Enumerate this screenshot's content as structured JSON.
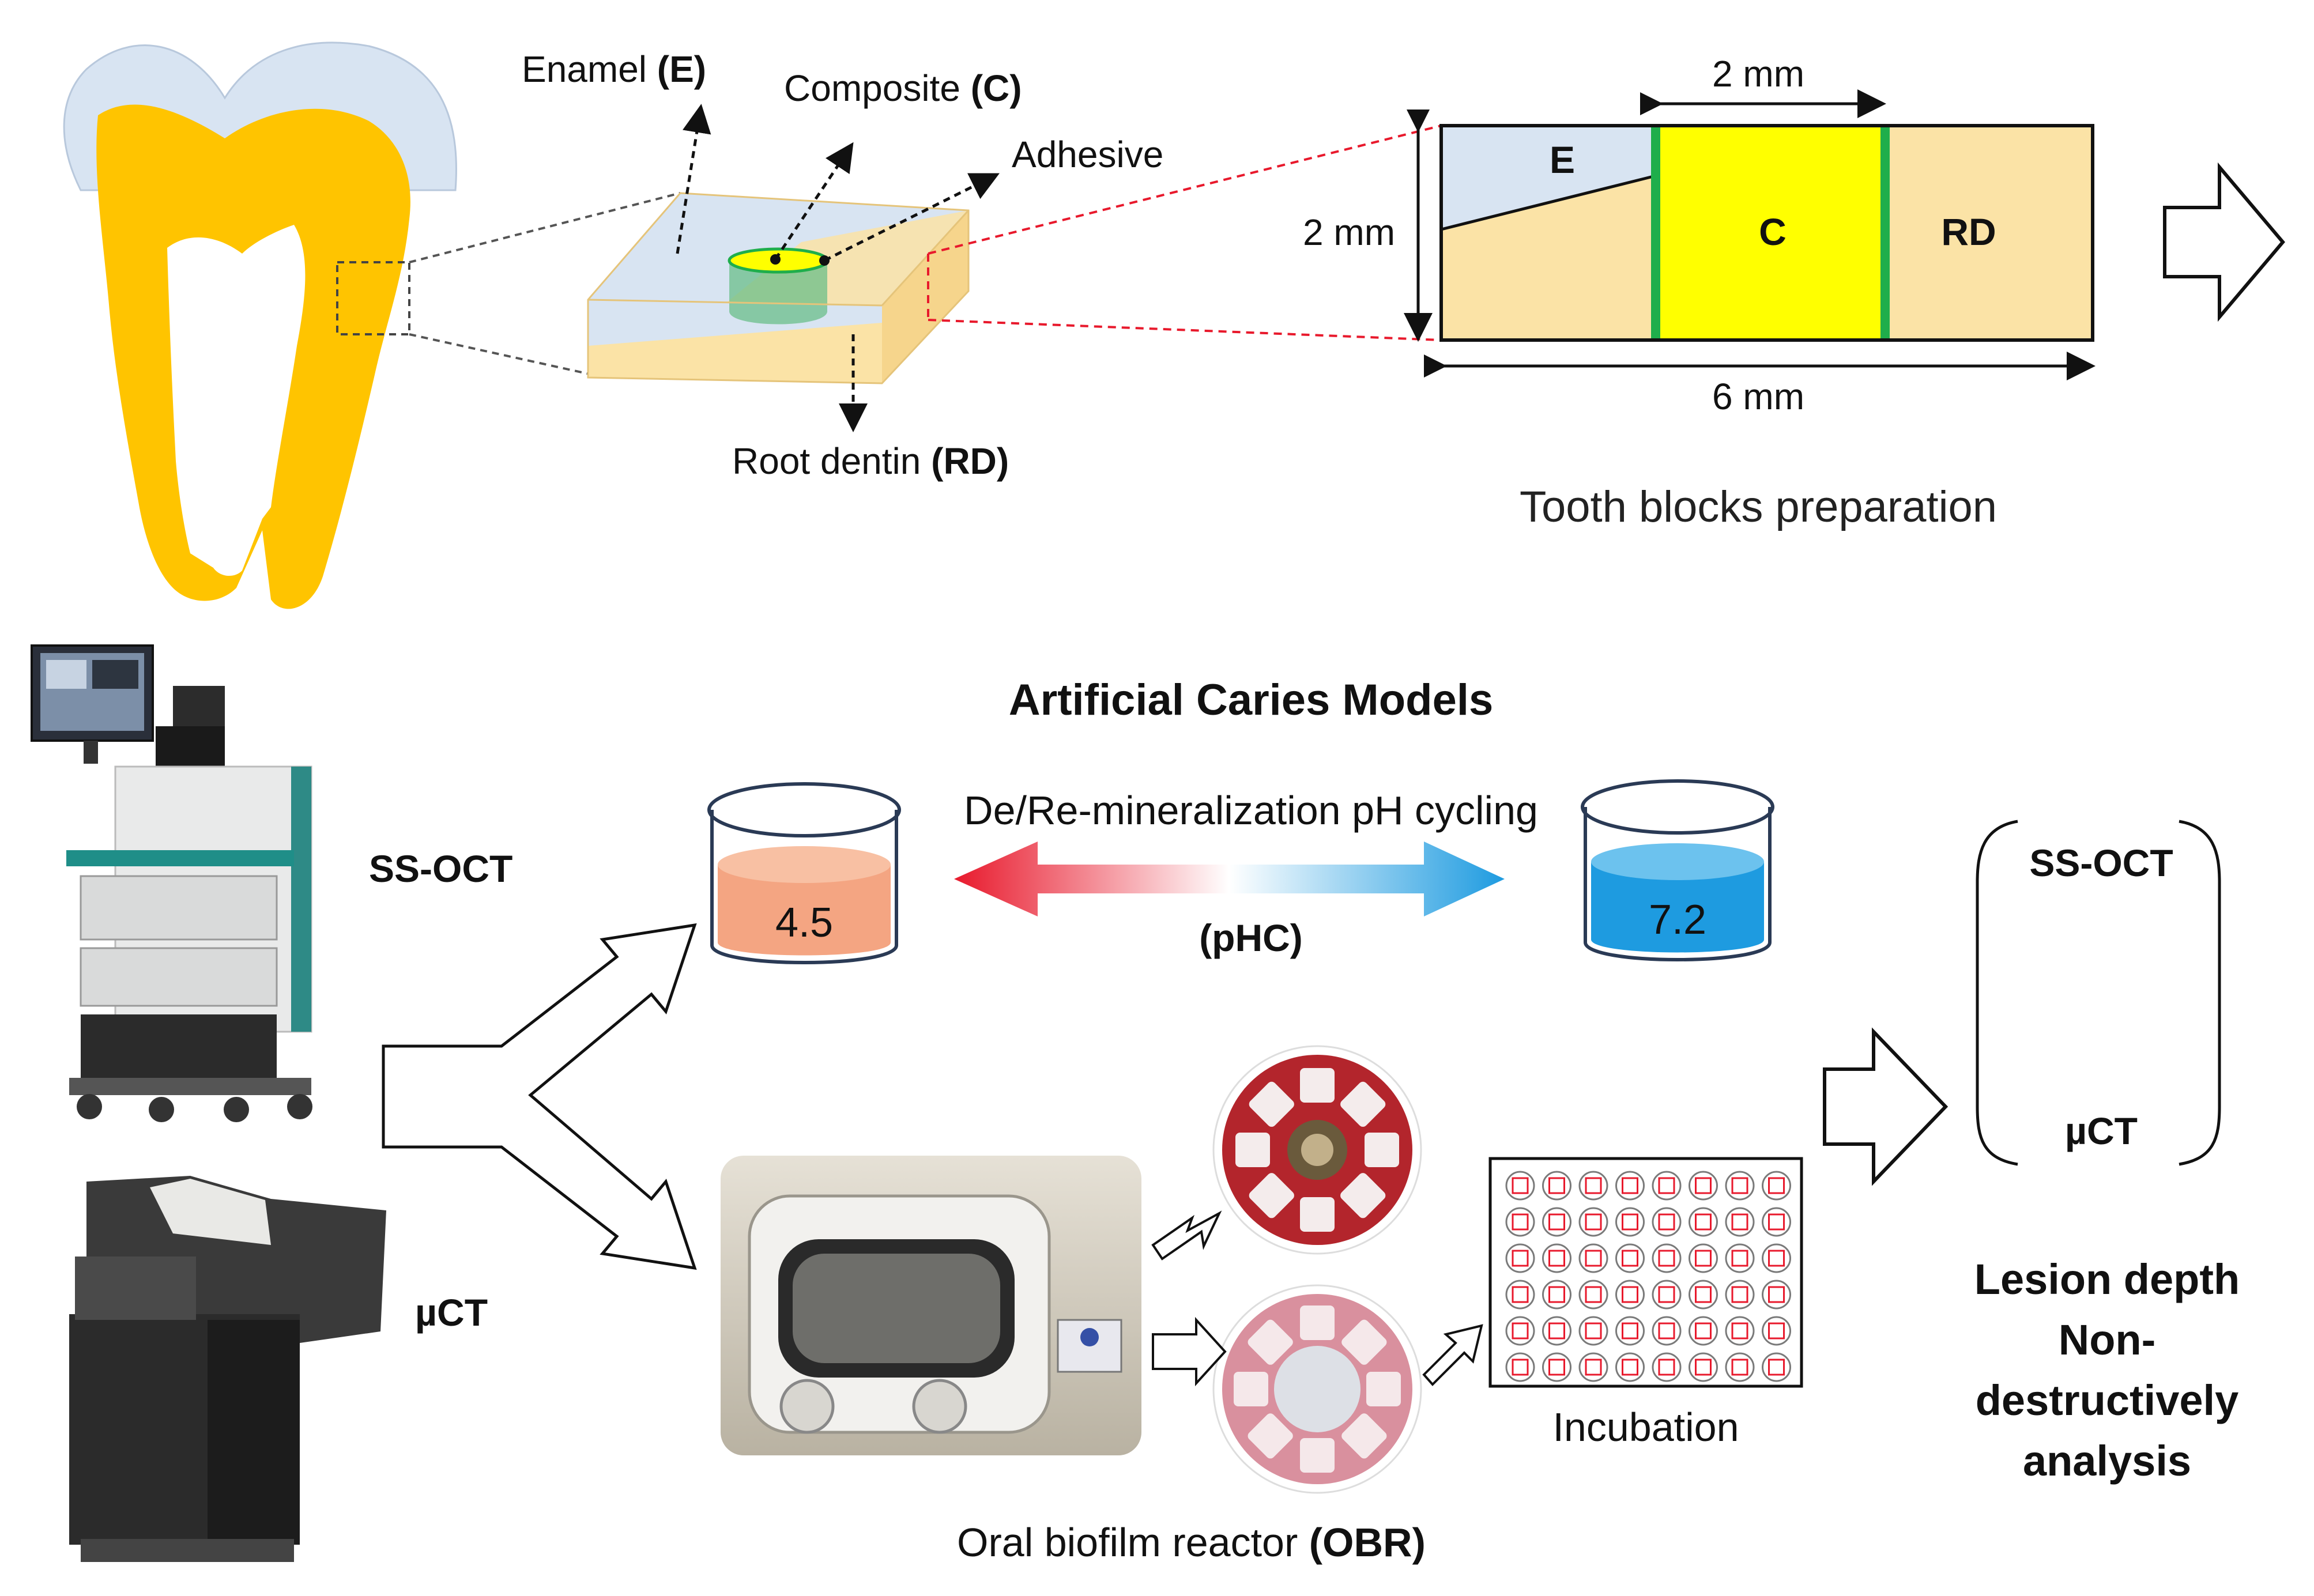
{
  "tooth_block": {
    "enamel_label": "Enamel",
    "enamel_abbr": "(E)",
    "composite_label": "Composite",
    "composite_abbr": "(C)",
    "adhesive_label": "Adhesive",
    "root_dentin_label": "Root dentin",
    "root_dentin_abbr": "(RD)"
  },
  "cross_section": {
    "dim_top": "2 mm",
    "dim_left": "2 mm",
    "dim_bottom": "6 mm",
    "region_e": "E",
    "region_c": "C",
    "region_rd": "RD",
    "caption": "Tooth blocks preparation"
  },
  "instruments": {
    "ss_oct": "SS-OCT",
    "mu_ct": "µCT"
  },
  "caries_models": {
    "title": "Artificial Caries Models",
    "cycling_label": "De/Re-mineralization pH cycling",
    "phc_label": "(pHC)",
    "ph_low": "4.5",
    "ph_high": "7.2",
    "obr_label": "Oral biofilm reactor",
    "obr_abbr": "(OBR)",
    "incubation": "Incubation"
  },
  "analysis": {
    "item1": "SS-OCT",
    "item2": "µCT",
    "line1": "Lesion depth",
    "line2": "Non-",
    "line3": "destructively",
    "line4": "analysis"
  },
  "colors": {
    "dentin": "#FFC400",
    "enamel": "#D8E4F2",
    "block_dentin": "#FBE3A6",
    "composite": "#FFFF00",
    "adhesive": "#1FAE4B",
    "acid": "#F4A582",
    "neutral": "#1E9BE0",
    "arrow_red": "#E8192C",
    "arrow_blue": "#1E9BE0"
  }
}
